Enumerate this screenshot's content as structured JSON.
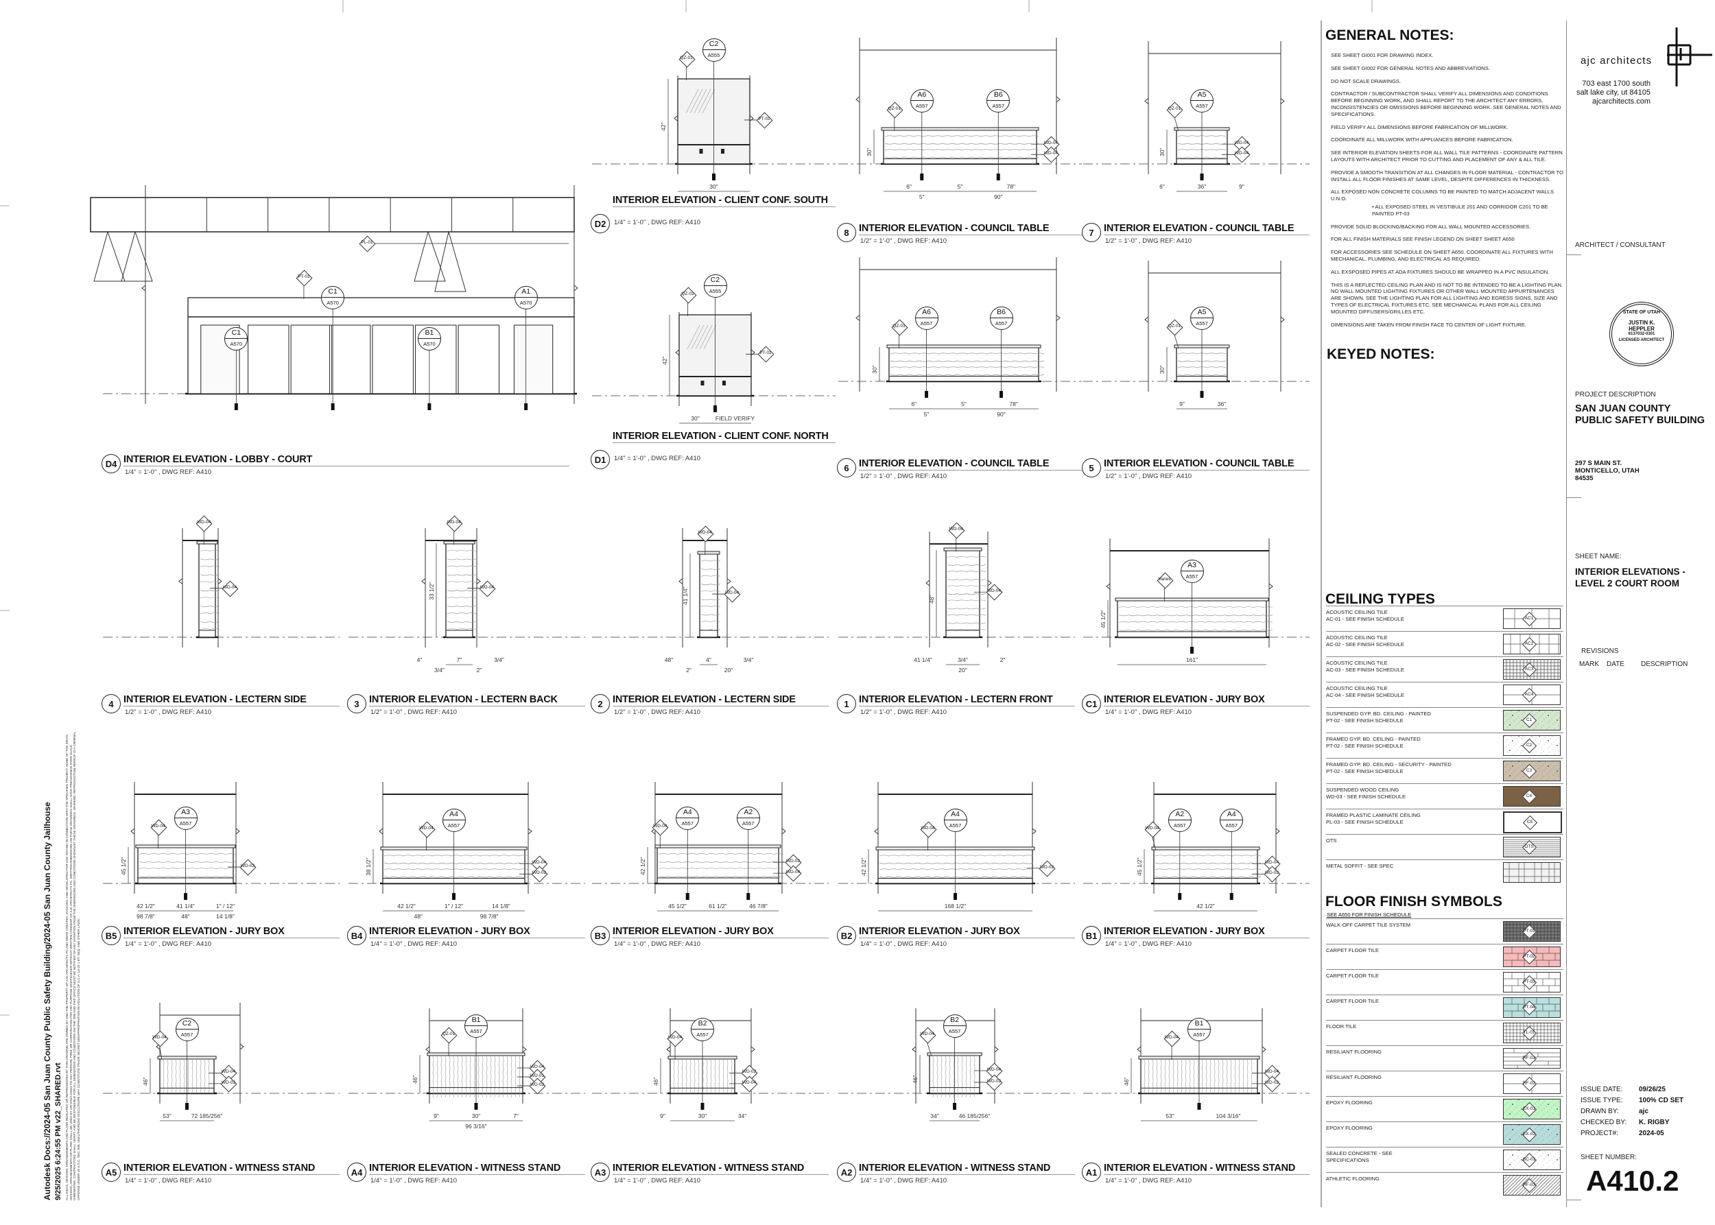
{
  "sheet": {
    "margin": {
      "path": "Autodesk Docs://2024-05 San Juan County Public Safety Building/2024-05 San Juan County Jailhouse",
      "saved": "9/25/2025 6:24:55 PM   v22_SHARED.rvt",
      "legal": "ALL IDEAS, DESIGNS, ARRANGEMENTS AND PLANS INDICATED OR REPRESENTED BY THIS DRAWING ARE OWNED BY AND THE PROPERTY OF AJC ARCHITECTS PC AND WERE CREATED, EVOLVED, AND DEVELOPED FOR USE ON AND IN CONNECTION WITH THE SPECIFIED PROJECT. NONE OF THE IDEAS, DESIGNS, ARRANGEMENTS OR PLANS SHALL BE USED BY OR DISCLOSED TO ANY PERSON, FIRM, OR CORPORATION FOR ANY PURPOSE WHATSOEVER WITHOUT WRITTEN CONSENT OF AJC ARCHITECTS PC. WRITTEN DIMENSIONS ON THESE DRAWINGS SHALL HAVE PRECEDENCE OVER SCALE DIMENSIONS. CONTRACTORS SHALL VERIFY AND BE RESPONSIBLE FOR ALL DIMENSIONS AND CONDITIONS ON THE JOB AND THIS OFFICE MUST BE NOTIFIED OF ANY VARIATION FROM THE DIMENSIONS AND CONDITIONS SHOWN BY THESE DRAWINGS. WARNING: REPRODUCTION HEREOF IS A CRIMINAL OFFENSE UNDER 18 U.S.C. SEC. 506. UNAUTHORIZED DISCLOSURE MAY CONSTITUTE TRADE SECRET MISAPPROPRIATION IN VIOLATION OF U.C.A. 13-24-1 ET. SEQ. AND OTHER LAWS."
    }
  },
  "views": [
    {
      "id": "D4",
      "title": "INTERIOR ELEVATION - LOBBY - COURT",
      "scale": "1/4\" = 1'-0\" ,  DWG REF: A410",
      "callouts": [
        {
          "top": "C1",
          "bottom": "A570"
        },
        {
          "top": "C1",
          "bottom": "A570"
        },
        {
          "top": "B1",
          "bottom": "A570"
        },
        {
          "top": "A1",
          "bottom": "A570"
        }
      ],
      "tags": [
        "PT-01",
        "PL-01"
      ],
      "dims": []
    },
    {
      "id": "D2",
      "title": "INTERIOR ELEVATION - CLIENT CONF. SOUTH",
      "scale": "1/4\" = 1'-0\" ,  DWG REF: A410",
      "callouts": [
        {
          "top": "C2",
          "bottom": "A555"
        }
      ],
      "tags": [
        "QZ-01",
        "PT-01"
      ],
      "dims": [
        "42\"",
        "30\""
      ]
    },
    {
      "id": "D1",
      "title": "INTERIOR ELEVATION - CLIENT CONF. NORTH",
      "scale": "1/4\" = 1'-0\" ,  DWG REF: A410",
      "callouts": [
        {
          "top": "C2",
          "bottom": "A555"
        }
      ],
      "tags": [
        "QZ-01",
        "PT-01"
      ],
      "dims": [
        "42\"",
        "30\"",
        "FIELD VERIFY"
      ]
    },
    {
      "id": "8",
      "title": "INTERIOR ELEVATION - COUNCIL TABLE",
      "scale": "1/2\" = 1'-0\" ,  DWG REF: A410",
      "callouts": [
        {
          "top": "A6",
          "bottom": "A557"
        },
        {
          "top": "B6",
          "bottom": "A557"
        }
      ],
      "tags": [
        "QZ-01",
        "WD-04",
        "WD-04"
      ],
      "dims": [
        "30\"",
        "6\"",
        "5\"",
        "78\"",
        "5\"",
        "90\""
      ]
    },
    {
      "id": "7",
      "title": "INTERIOR ELEVATION - COUNCIL TABLE",
      "scale": "1/2\" = 1'-0\" ,  DWG REF: A410",
      "callouts": [
        {
          "top": "A5",
          "bottom": "A557"
        }
      ],
      "tags": [
        "QZ-01",
        "WD-04",
        "WD-04"
      ],
      "dims": [
        "30\"",
        "6\"",
        "36\"",
        "9\""
      ]
    },
    {
      "id": "6",
      "title": "INTERIOR ELEVATION - COUNCIL TABLE",
      "scale": "1/2\" = 1'-0\" ,  DWG REF: A410",
      "callouts": [
        {
          "top": "A6",
          "bottom": "A557"
        },
        {
          "top": "B6",
          "bottom": "A557"
        }
      ],
      "tags": [
        "QZ-01"
      ],
      "dims": [
        "30\"",
        "6\"",
        "5\"",
        "78\"",
        "5\"",
        "90\""
      ]
    },
    {
      "id": "5",
      "title": "INTERIOR ELEVATION - COUNCIL TABLE",
      "scale": "1/2\" = 1'-0\" ,  DWG REF: A410",
      "callouts": [
        {
          "top": "A5",
          "bottom": "A557"
        }
      ],
      "tags": [
        "QZ-01"
      ],
      "dims": [
        "30\"",
        "9\"",
        "36\""
      ]
    },
    {
      "id": "4",
      "title": "INTERIOR ELEVATION - LECTERN SIDE",
      "scale": "1/2\" = 1'-0\" ,  DWG REF: A410",
      "callouts": [],
      "tags": [
        "WD-04",
        "WD-04"
      ],
      "dims": []
    },
    {
      "id": "3",
      "title": "INTERIOR ELEVATION - LECTERN BACK",
      "scale": "1/2\" = 1'-0\" ,  DWG REF: A410",
      "callouts": [],
      "tags": [
        "WD-04",
        "WD-04"
      ],
      "dims": [
        "33 1/2\"",
        "4\"",
        "7\"",
        "3/4\"",
        "3/4\"",
        "2\""
      ]
    },
    {
      "id": "2",
      "title": "INTERIOR ELEVATION - LECTERN SIDE",
      "scale": "1/2\" = 1'-0\" ,  DWG REF: A410",
      "callouts": [],
      "tags": [
        "WD-04",
        "WD-04"
      ],
      "dims": [
        "41 1/4\"",
        "48\"",
        "4\"",
        "3/4\"",
        "2\"",
        "20\""
      ]
    },
    {
      "id": "1",
      "title": "INTERIOR ELEVATION - LECTERN FRONT",
      "scale": "1/2\" = 1'-0\" ,  DWG REF: A410",
      "callouts": [],
      "tags": [
        "WD-04",
        "WD-04"
      ],
      "dims": [
        "48\"",
        "41 1/4\"",
        "3/4\"",
        "2\"",
        "20\""
      ]
    },
    {
      "id": "C1",
      "title": "INTERIOR ELEVATION - JURY BOX",
      "scale": "1/4\" = 1'-0\" ,  DWG REF: A410",
      "callouts": [
        {
          "top": "A3",
          "bottom": "A557"
        }
      ],
      "tags": [
        "Varies"
      ],
      "dims": [
        "45 1/2\"",
        "161\""
      ]
    },
    {
      "id": "B5",
      "title": "INTERIOR ELEVATION - JURY BOX",
      "scale": "1/4\" = 1'-0\" ,  DWG REF: A410",
      "callouts": [
        {
          "top": "A3",
          "bottom": "A557"
        }
      ],
      "tags": [
        "WD-04",
        "WD-02"
      ],
      "dims": [
        "45 1/2\"",
        "42 1/2\"",
        "41 1/4\"",
        "1\" / 12\"",
        "98 7/8\"",
        "48\"",
        "14 1/8\""
      ]
    },
    {
      "id": "B4",
      "title": "INTERIOR ELEVATION - JURY BOX",
      "scale": "1/4\" = 1'-0\" ,  DWG REF: A410",
      "callouts": [
        {
          "top": "A4",
          "bottom": "A557"
        }
      ],
      "tags": [
        "WD-04",
        "WD-04",
        "WD-02"
      ],
      "dims": [
        "38 1/2\"",
        "42 1/2\"",
        "1\" / 12\"",
        "14 1/8\"",
        "48\"",
        "98 7/8\""
      ]
    },
    {
      "id": "B3",
      "title": "INTERIOR ELEVATION - JURY BOX",
      "scale": "1/4\" = 1'-0\" ,  DWG REF: A410",
      "callouts": [
        {
          "top": "A4",
          "bottom": "A557"
        },
        {
          "top": "A2",
          "bottom": "A557"
        }
      ],
      "tags": [
        "WD-04",
        "WD-02",
        "WD-04"
      ],
      "dims": [
        "42 1/2\"",
        "45 1/2\"",
        "61 1/2\"",
        "46 7/8\""
      ]
    },
    {
      "id": "B2",
      "title": "INTERIOR ELEVATION - JURY BOX",
      "scale": "1/4\" = 1'-0\" ,  DWG REF: A410",
      "callouts": [
        {
          "top": "A4",
          "bottom": "A557"
        }
      ],
      "tags": [
        "WD-04",
        "WD-02"
      ],
      "dims": [
        "42 1/2\"",
        "168 1/2\""
      ]
    },
    {
      "id": "B1",
      "title": "INTERIOR ELEVATION - JURY BOX",
      "scale": "1/4\" = 1'-0\" ,  DWG REF: A410",
      "callouts": [
        {
          "top": "A2",
          "bottom": "A557"
        },
        {
          "top": "A4",
          "bottom": "A557"
        }
      ],
      "tags": [
        "WD-04",
        "WD-04",
        "WD-02"
      ],
      "dims": [
        "45 1/2\"",
        "42 1/2\""
      ]
    },
    {
      "id": "A5",
      "title": "INTERIOR ELEVATION - WITNESS STAND",
      "scale": "1/4\" = 1'-0\" ,  DWG REF: A410",
      "callouts": [
        {
          "top": "C2",
          "bottom": "A557"
        }
      ],
      "tags": [
        "WD-04",
        "WD-04",
        "WD-02"
      ],
      "dims": [
        "46\"",
        "53\"",
        "72 185/256\""
      ]
    },
    {
      "id": "A4",
      "title": "INTERIOR ELEVATION - WITNESS STAND",
      "scale": "1/4\" = 1'-0\" ,  DWG REF: A410",
      "callouts": [
        {
          "top": "B1",
          "bottom": "A557"
        }
      ],
      "tags": [
        "QZ-01",
        "WD-04",
        "WD-01",
        "WD-02"
      ],
      "dims": [
        "46\"",
        "9\"",
        "30\"",
        "7\"",
        "96 3/16\""
      ]
    },
    {
      "id": "A3",
      "title": "INTERIOR ELEVATION - WITNESS STAND",
      "scale": "1/4\" = 1'-0\" ,  DWG REF: A410",
      "callouts": [
        {
          "top": "B2",
          "bottom": "A557"
        }
      ],
      "tags": [
        "WD-04",
        "WD-02",
        "WD-04"
      ],
      "dims": [
        "46\"",
        "9\"",
        "30\"",
        "34\""
      ]
    },
    {
      "id": "A2",
      "title": "INTERIOR ELEVATION - WITNESS STAND",
      "scale": "1/4\" = 1'-0\" ,  DWG REF: A410",
      "callouts": [
        {
          "top": "B2",
          "bottom": "A557"
        }
      ],
      "tags": [
        "WD-04",
        "WD-04",
        "WD-02"
      ],
      "dims": [
        "46\"",
        "34\"",
        "46 185/256\""
      ]
    },
    {
      "id": "A1",
      "title": "INTERIOR ELEVATION - WITNESS STAND",
      "scale": "1/4\" = 1'-0\" ,  DWG REF: A410",
      "callouts": [
        {
          "top": "B1",
          "bottom": "A557"
        }
      ],
      "tags": [
        "WD-04",
        "WD-04",
        "WD-02"
      ],
      "dims": [
        "46\"",
        "53\"",
        "104 3/16\""
      ]
    }
  ],
  "general_notes": {
    "heading": "GENERAL NOTES:",
    "items": [
      "SEE SHEET GI001 FOR DRAWING INDEX.",
      "SEE SHEET GI002 FOR GENERAL NOTES AND ABBREVIATIONS.",
      "DO NOT SCALE DRAWINGS.",
      "CONTRACTOR / SUBCONTRACTOR SHALL VERIFY ALL DIMENSIONS AND CONDITIONS BEFORE BEGINNING WORK, AND SHALL REPORT TO THE ARCHITECT ANY ERRORS, INCONSISTENCIES OR OMISSIONS BEFORE BEGINNING WORK. SEE GENERAL NOTES AND SPECIFICATIONS.",
      "FIELD VERIFY ALL DIMENSIONS BEFORE FABRICATION OF MILLWORK.",
      "COORDINATE ALL MILLWORK WITH APPLIANCES BEFORE FABRICATION.",
      "SEE INTERIOR ELEVATION SHEETS FOR ALL WALL TILE PATTERNS - COORDINATE PATTERN LAYOUTS WITH ARCHITECT PRIOR TO CUTTING AND PLACEMENT OF ANY & ALL TILE.",
      "PROVIDE A SMOOTH TRANSITION AT ALL CHANGES IN FLOOR MATERIAL - CONTRACTOR TO INSTALL ALL FLOOR FINISHES AT SAME LEVEL, DESPITE DIFFERENCES IN THICKNESS.",
      "ALL EXPOSED NON CONCRETE COLUMNS TO BE PAINTED TO MATCH ADJACENT WALLS U.N.O."
    ],
    "sub_item": "•          ALL EXPOSED STEEL IN VESTIBULE 201 AND CORRIDOR C201 TO BE PAINTED PT-03",
    "items_after": [
      "PROVIDE SOLID BLOCKING/BACKING FOR ALL WALL MOUNTED ACCESSORIES.",
      "FOR ALL FINISH MATERIALS SEE FINISH LEGEND ON SHEET SHEET A650",
      "FOR ACCESSORIES SEE SCHEDULE ON SHEET A650. COORDINATE ALL FIXTURES WITH MECHANICAL, PLUMBING, AND ELECTRICAL AS REQUIRED.",
      "ALL EXSPOSED PIPES AT ADA FIXTURES SHOULD BE WRAPPED IN A PVC INSULATION.",
      "THIS IS A REFLECTED CEILING PLAN AND IS NOT TO BE INTENDED TO BE A LIGHTING PLAN. NO WALL MOUNTED LIGHTING FIXTURES OR OTHER WALL MOUNTED APPURTENANCES ARE SHOWN. SEE THE LIGHTING PLAN FOR ALL LIGHTING AND EGRESS SIGNS, SIZE AND TYPES OF ELECTRICAL FIXTURES ETC. SEE MECHANICAL PLANS FOR ALL CEILING MOUNTED DIFFUSERS/GRILLES ETC.",
      "DIMENSIONS ARE TAKEN FROM FINISH FACE TO CENTER OF LIGHT FIXTURE."
    ]
  },
  "keyed_notes": {
    "heading": "KEYED NOTES:"
  },
  "ceiling_types": {
    "heading": "CEILING TYPES",
    "rows": [
      {
        "label": "ACOUSTIC CEILING TILE\nAC-01 - SEE FINISH SCHEDULE",
        "code": "AC1",
        "fill": "#ffffff",
        "pattern": "grid-wide"
      },
      {
        "label": "ACOUSTIC CEILING TILE\nAC-02 - SEE FINISH SCHEDULE",
        "code": "AC2",
        "fill": "#ffffff",
        "pattern": "grid"
      },
      {
        "label": "ACOUSTIC CEILING TILE\nAC-03 - SEE FINISH SCHEDULE",
        "code": "AC3",
        "fill": "#f4f4f4",
        "pattern": "grid-fine"
      },
      {
        "label": "ACOUSTIC CEILING TILE\nAC-04 - SEE FINISH SCHEDULE",
        "code": "AC4",
        "fill": "#ffffff",
        "pattern": "cross"
      },
      {
        "label": "SUSPENDED GYP. BD. CEILING - PAINTED\nPT-02 - SEE FINISH SCHEDULE",
        "code": "C1",
        "fill": "#d3e8cc",
        "pattern": "speckle"
      },
      {
        "label": "FRAMED GYP. BD. CEILING - PAINTED\nPT-02 - SEE FINISH SCHEDULE",
        "code": "C2",
        "fill": "#ffffff",
        "pattern": "speckle"
      },
      {
        "label": "FRAMED GYP. BD. CEILING - SECURITY - PAINTED\nPT-02 - SEE FINISH SCHEDULE",
        "code": "C3",
        "fill": "#cbbfab",
        "pattern": "speckle"
      },
      {
        "label": "SUSPENDED WOOD CEILING\nWD-03 - SEE FINISH SCHEDULE",
        "code": "C4",
        "fill": "#7b6244",
        "pattern": "none"
      },
      {
        "label": "FRAMED PLASTIC LAMINATE CEILING\nPL-03 - SEE FINISH SCHEDULE",
        "code": "C5",
        "fill": "#ffffff",
        "pattern": "bold"
      },
      {
        "label": "OTS",
        "code": "OTS",
        "fill": "#ffffff",
        "pattern": "stripes"
      },
      {
        "label": "METAL SOFFIT - SEE SPEC",
        "code": "",
        "fill": "#f2f2f2",
        "pattern": "soffit"
      }
    ]
  },
  "floor_finish": {
    "heading": "FLOOR FINISH SYMBOLS",
    "subheading": "SEE A650 FOR FINISH SCHEDULE",
    "rows": [
      {
        "label": "WALK-OFF CARPET TILE SYSTEM",
        "code": "PT-01",
        "fill": "#7a7a7a",
        "pattern": "grid-fine"
      },
      {
        "label": "CARPET FLOOR TILE",
        "code": "PT-02",
        "fill": "#f6b9b9",
        "pattern": "brick"
      },
      {
        "label": "CARPET FLOOR TILE",
        "code": "PT-03",
        "fill": "#ffffff",
        "pattern": "brick"
      },
      {
        "label": "CARPET FLOOR TILE",
        "code": "PT-04",
        "fill": "#b8e0de",
        "pattern": "brick"
      },
      {
        "label": "FLOOR TILE",
        "code": "TL-01",
        "fill": "#ffffff",
        "pattern": "grid-fine"
      },
      {
        "label": "RESILIANT FLOORING",
        "code": "RF-01",
        "fill": "#ffffff",
        "pattern": "plank"
      },
      {
        "label": "RESILIANT FLOORING",
        "code": "RF-02",
        "fill": "#ffffff",
        "pattern": "cross"
      },
      {
        "label": "EPOXY FLOORING",
        "code": "EX-01",
        "fill": "#c2f5c6",
        "pattern": "speckle"
      },
      {
        "label": "EPOXY FLOORING",
        "code": "EX-02",
        "fill": "#b6dcdc",
        "pattern": "speckle"
      },
      {
        "label": "SEALED CONCRETE - SEE\nSPECIFICATIONS",
        "code": "SC-01",
        "fill": "#ffffff",
        "pattern": "speckle"
      },
      {
        "label": "ATHLETIC FLOORING",
        "code": "RF-03",
        "fill": "#ffffff",
        "pattern": "hatch"
      }
    ]
  },
  "title_block": {
    "firm": "ajc architects",
    "address1": "703 east 1700 south",
    "address2": "salt lake city, ut 84105",
    "website": "ajcarchitects.com",
    "consultant_label": "ARCHITECT / CONSULTANT",
    "stamp": {
      "top": "STATE OF UTAH",
      "name1": "JUSTIN K.",
      "name2": "HEPPLER",
      "number": "6137032-0301",
      "bottom": "LICENSED ARCHITECT"
    },
    "project_label": "PROJECT DESCRIPTION",
    "project_name1": "SAN JUAN COUNTY",
    "project_name2": "PUBLIC SAFETY BUILDING",
    "project_addr1": "297 S MAIN ST.",
    "project_addr2": "MONTICELLO, UTAH",
    "project_addr3": "84535",
    "sheet_name_label": "SHEET NAME:",
    "sheet_name1": "INTERIOR ELEVATIONS -",
    "sheet_name2": "LEVEL 2 COURT ROOM",
    "revisions_label": "REVISIONS",
    "rev_cols": [
      "MARK",
      "DATE",
      "DESCRIPTION"
    ],
    "issue": [
      {
        "label": "ISSUE DATE:",
        "value": "09/26/25"
      },
      {
        "label": "ISSUE TYPE:",
        "value": "100% CD SET"
      },
      {
        "label": "DRAWN BY:",
        "value": "ajc"
      },
      {
        "label": "CHECKED BY:",
        "value": "K. RIGBY"
      },
      {
        "label": "PROJECT#:",
        "value": "2024-05"
      }
    ],
    "sheet_number_label": "SHEET NUMBER:",
    "sheet_number": "A410.2"
  }
}
